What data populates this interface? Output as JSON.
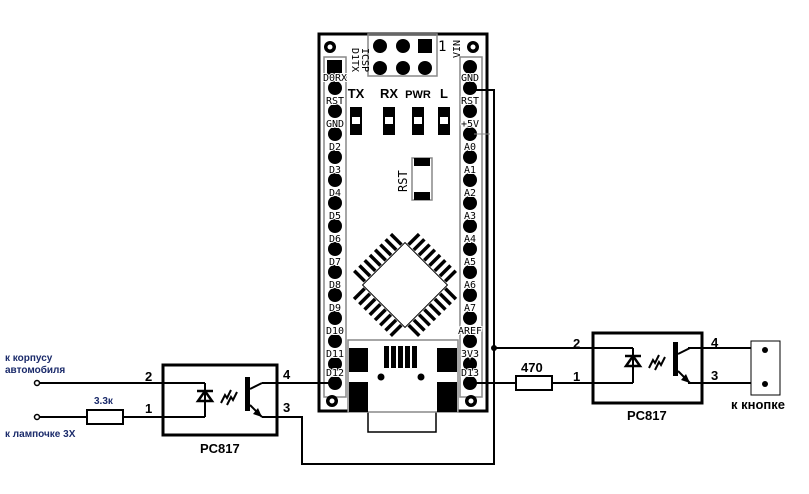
{
  "board": {
    "left_pins": [
      "D0RX",
      "RST",
      "GND",
      "D2",
      "D3",
      "D4",
      "D5",
      "D6",
      "D7",
      "D8",
      "D9",
      "D10",
      "D11",
      "D12"
    ],
    "right_pins": [
      "GND",
      "RST",
      "+5V",
      "A0",
      "A1",
      "A2",
      "A3",
      "A4",
      "A5",
      "A6",
      "A7",
      "AREF",
      "3V3",
      "D13"
    ],
    "left_top_rotated": "D1TX",
    "right_top_rotated": "VIN",
    "icsp_label": "ICSP",
    "icsp_pin1": "1",
    "leds": [
      "TX",
      "RX",
      "PWR",
      "L"
    ],
    "reset_label": "RST"
  },
  "left_circuit": {
    "input_top_label_1": "к корпусу",
    "input_top_label_2": "автомобиля",
    "input_bottom_label": "к лампочке 3Х",
    "resistor": "3.3к",
    "pin2": "2",
    "pin1": "1",
    "pin4": "4",
    "pin3": "3",
    "part": "PC817"
  },
  "right_circuit": {
    "resistor": "470",
    "pin2": "2",
    "pin1": "1",
    "pin4": "4",
    "pin3": "3",
    "part": "PC817",
    "output_label": "к кнопке"
  }
}
